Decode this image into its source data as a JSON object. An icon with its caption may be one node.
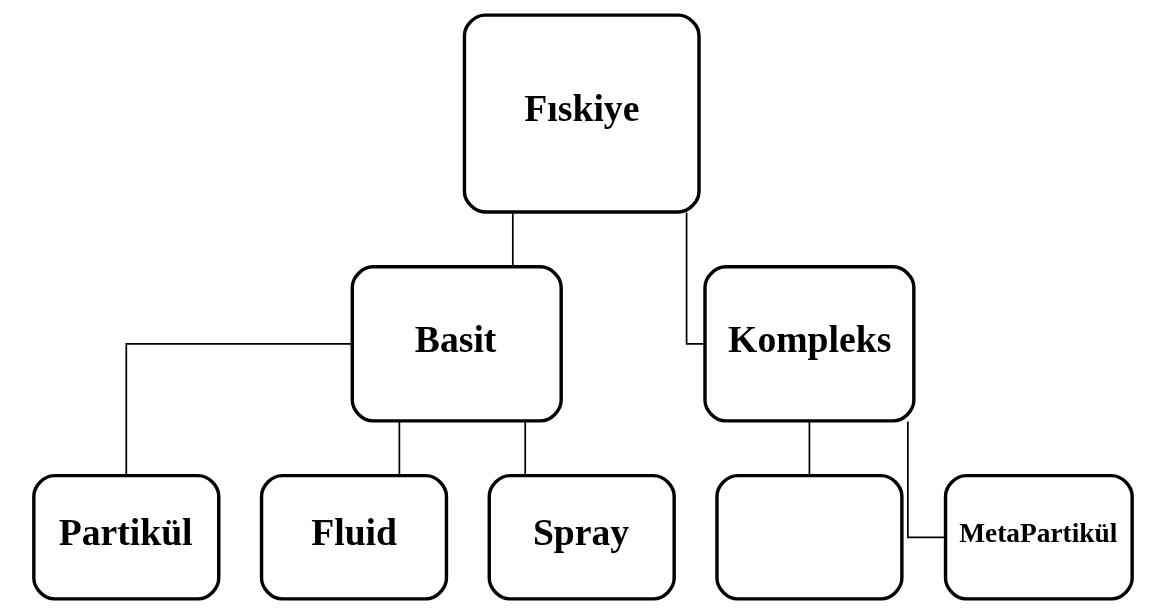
{
  "diagram": {
    "nodes": [
      {
        "text": [
          "Fıskiye"
        ]
      },
      {
        "text": [
          "Basit"
        ]
      },
      {
        "text": [
          "Kompleks"
        ]
      },
      {
        "text": [
          "Partikül"
        ]
      },
      {
        "text": [
          "Fluid"
        ]
      },
      {
        "text": [
          "Spray"
        ]
      },
      {
        "text": [],
        "shape": "box"
      },
      {
        "text": [
          "MetaPartikül"
        ]
      }
    ],
    "edges": [
      {
        "from": 0,
        "to": 1,
        "arrow": "none"
      },
      {
        "from": 0,
        "to": 2,
        "arrow": "none"
      },
      {
        "from": 1,
        "to": 3,
        "arrow": "none"
      },
      {
        "from": 1,
        "to": 4,
        "arrow": "none"
      },
      {
        "from": 1,
        "to": 5,
        "arrow": "none"
      },
      {
        "from": 2,
        "to": 6,
        "arrow": "none"
      },
      {
        "from": 2,
        "to": 7,
        "arrow": "none"
      }
    ]
  }
}
